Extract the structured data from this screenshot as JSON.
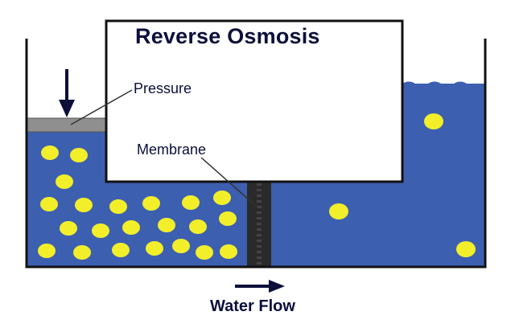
{
  "title": "Reverse Osmosis",
  "labels": {
    "pressure": "Pressure",
    "membrane": "Membrane",
    "water_flow": "Water Flow"
  },
  "colors": {
    "water": "#3d5fb0",
    "particle": "#f2ef2a",
    "membrane": "#2a2a2a",
    "piston": "#8f8f8f",
    "outline": "#111111",
    "text": "#0b0f3a"
  },
  "particles": {
    "left_count": 26,
    "right_count": 3
  }
}
